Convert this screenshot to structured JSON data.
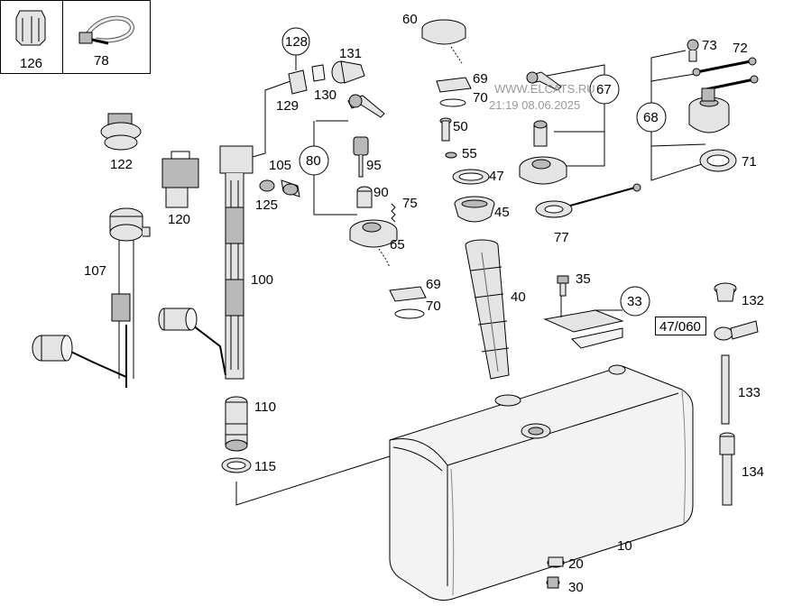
{
  "watermark": {
    "site": "WWW.ELCATS.RU",
    "timestamp": "21:19 08.06.2025"
  },
  "legend_boxes": [
    {
      "id": "126"
    },
    {
      "id": "78"
    }
  ],
  "callouts": {
    "c128": "128",
    "c80": "80",
    "c67": "67",
    "c68": "68",
    "c33": "33",
    "ref": "47/060"
  },
  "labels": {
    "p60": "60",
    "p131": "131",
    "p130": "130",
    "p129": "129",
    "p69a": "69",
    "p70a": "70",
    "p73": "73",
    "p72": "72",
    "p122": "122",
    "p50": "50",
    "p55": "55",
    "p47": "47",
    "p45": "45",
    "p71": "71",
    "p105": "105",
    "p95": "95",
    "p90": "90",
    "p75": "75",
    "p125": "125",
    "p120": "120",
    "p65": "65",
    "p77": "77",
    "p107": "107",
    "p100": "100",
    "p35": "35",
    "p132": "132",
    "p69b": "69",
    "p70b": "70",
    "p40": "40",
    "p133": "133",
    "p110": "110",
    "p115": "115",
    "p134": "134",
    "p10": "10",
    "p20": "20",
    "p30": "30"
  }
}
